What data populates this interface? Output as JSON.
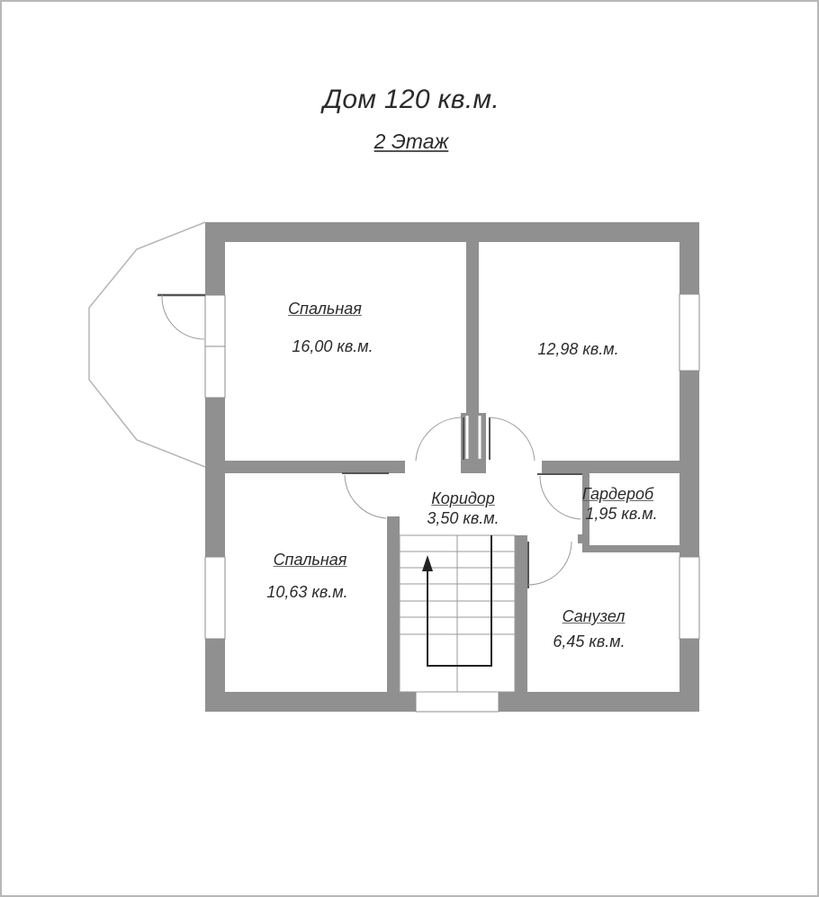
{
  "header": {
    "title": "Дом 120 кв.м.",
    "floor": "2 Этаж"
  },
  "colors": {
    "wall": "#919090",
    "line": "#8c8c8c",
    "door_leaf": "#555555",
    "text": "#2b2b2b"
  },
  "rooms": [
    {
      "id": "bedroom-1",
      "name": "Спальная",
      "area": "16,00 кв.м."
    },
    {
      "id": "room-2",
      "name": "",
      "area": "12,98 кв.м."
    },
    {
      "id": "corridor",
      "name": "Коридор",
      "area": "3,50 кв.м."
    },
    {
      "id": "wardrobe",
      "name": "Гардероб",
      "area": "1,95 кв.м."
    },
    {
      "id": "bedroom-2",
      "name": "Спальная",
      "area": "10,63 кв.м."
    },
    {
      "id": "bathroom",
      "name": "Санузел",
      "area": "6,45 кв.м."
    }
  ]
}
